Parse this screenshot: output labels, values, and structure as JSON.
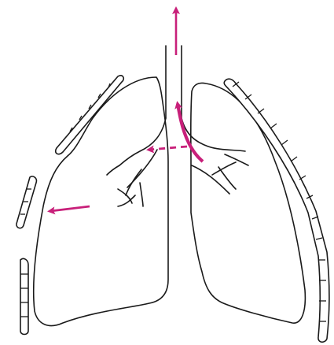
{
  "diagram": {
    "accent_color": "#c8207a",
    "line_color": "#1a1a1a",
    "arrows": [
      {
        "name": "upward-arrow-icon",
        "direction": "up"
      },
      {
        "name": "curved-arrow-icon",
        "direction": "up-curved"
      },
      {
        "name": "dashed-left-arrow-icon",
        "direction": "left"
      },
      {
        "name": "left-arrow-icon",
        "direction": "left"
      }
    ]
  }
}
